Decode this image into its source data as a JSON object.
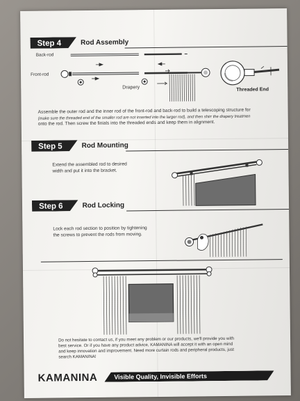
{
  "step4": {
    "tag": "Step 4",
    "title": "Rod Assembly",
    "back_rod_label": "Back-rod",
    "front_rod_label": "Front-rod",
    "drapery_label": "Drapery",
    "threaded_end_label": "Threaded End",
    "para_1": "Assemble the outer rod and the inner rod of the front-rod and back-rod to build a telescoping structure for",
    "para_2": "(make sure the threaded end of the smaller rod are not inserted into the larger rod), and then shirr the drapery treatmen",
    "para_3": "onto the rod. Then screw the finials into the threaded ends and keep them in alignment."
  },
  "step5": {
    "tag": "Step 5",
    "title": "Rod Mounting",
    "para_1": "Extend the assembled rod to desired",
    "para_2": "width and put it into the bracket."
  },
  "step6": {
    "tag": "Step 6",
    "title": "Rod Locking",
    "para_1": "Lock each rod section to position by tightening",
    "para_2": "the screws to prevent the rods from moving."
  },
  "contact": {
    "line_1": "Do not hesitate to contact us, if you meet any problem or our products, we'll provide you with",
    "line_2": "best service. Or if you have any product advice, KAMANINA will accept it with an open mind",
    "line_3": "and keep innovation and improvement. Need more curtain rods and peripheral products, just",
    "line_4": "search KAMANINA!"
  },
  "footer": {
    "brand": "KAMANINA",
    "slogan": "Visible Quality, Invisible Efforts"
  }
}
